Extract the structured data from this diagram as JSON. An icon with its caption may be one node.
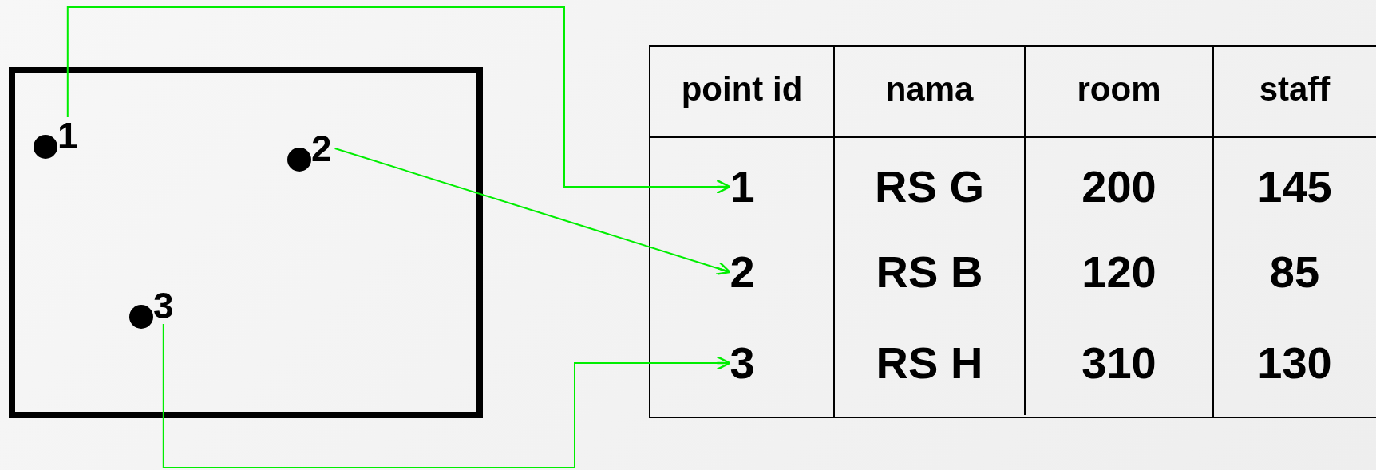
{
  "diagram": {
    "nodes": [
      {
        "text": [],
        "shape": "box"
      },
      {
        "text": [
          "1"
        ],
        "in": 0
      },
      {
        "text": [
          "2"
        ],
        "in": 0
      },
      {
        "text": [
          "3"
        ],
        "in": 0
      },
      {
        "text": [
          "1"
        ]
      },
      {
        "text": [
          "2"
        ]
      },
      {
        "text": [
          "3"
        ]
      }
    ],
    "edges": [
      {
        "from": 1,
        "to": 4,
        "arrow": "to",
        "color": "#00ee00"
      },
      {
        "from": 2,
        "to": 5,
        "arrow": "to",
        "color": "#00ee00"
      },
      {
        "from": 3,
        "to": 6,
        "arrow": "to",
        "color": "#00ee00"
      }
    ],
    "labels": [
      "point id",
      "nama",
      "room",
      "staff",
      "RS G",
      "200",
      "145",
      "RS B",
      "120",
      "85",
      "RS H",
      "310",
      "130"
    ]
  }
}
